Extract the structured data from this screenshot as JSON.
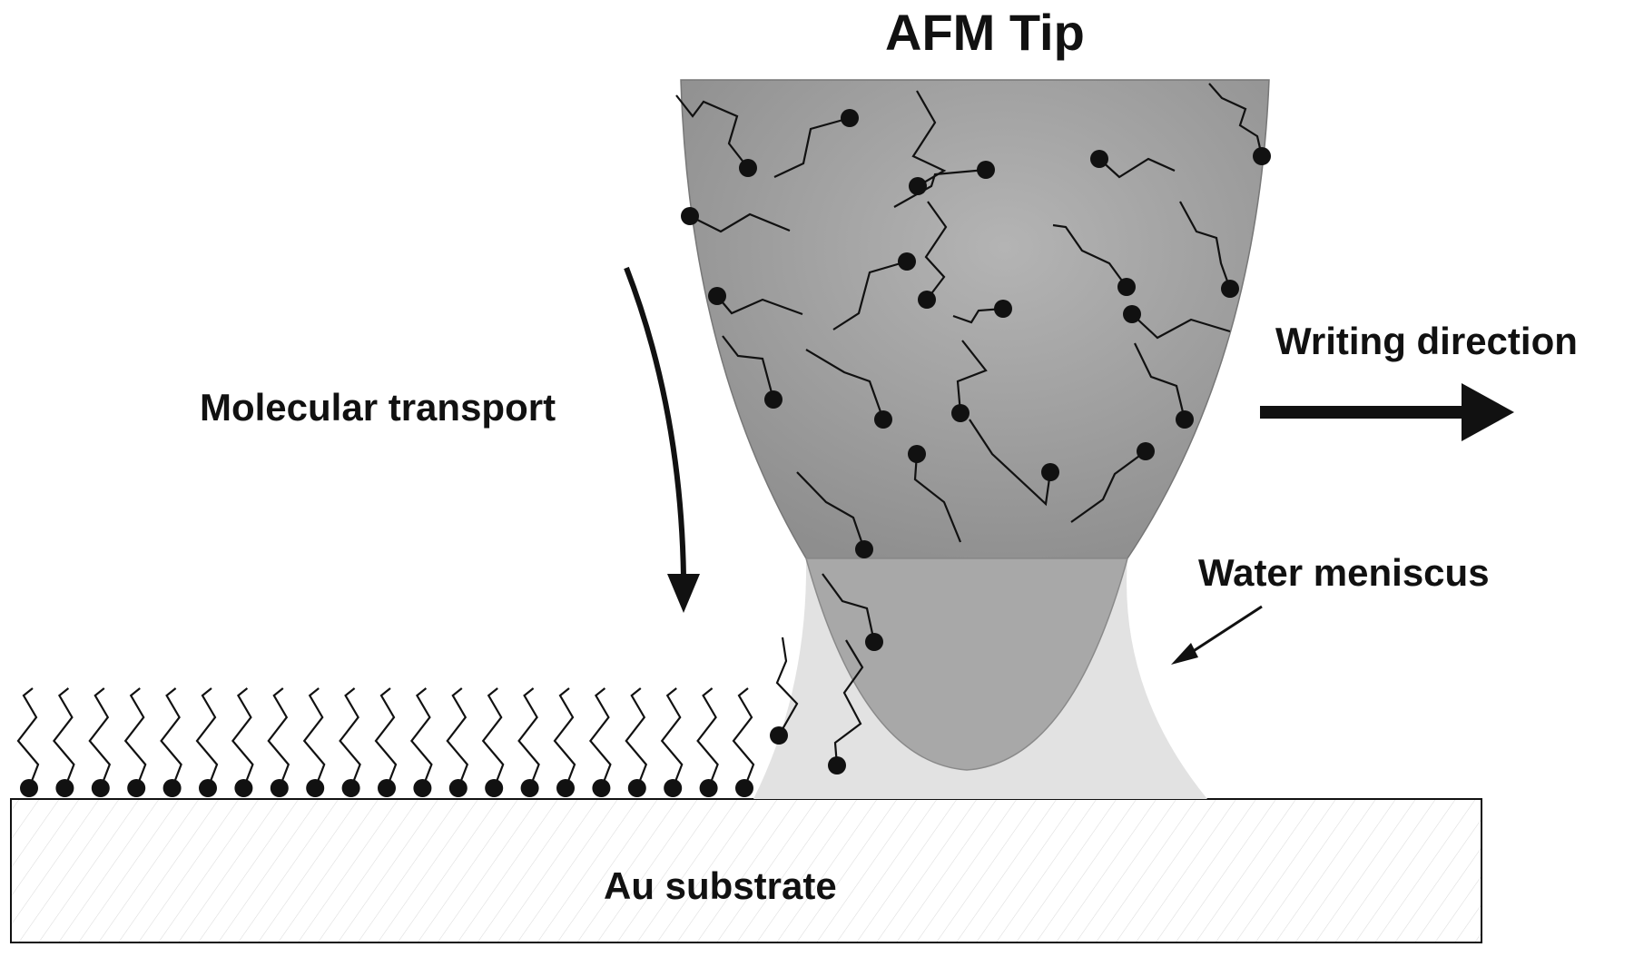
{
  "diagram": {
    "title": "AFM Tip",
    "labels": {
      "molecular_transport": "Molecular transport",
      "writing_direction": "Writing direction",
      "water_meniscus": "Water meniscus",
      "substrate": "Au substrate"
    },
    "colors": {
      "tip_fill": "#9a9a9a",
      "meniscus_fill": "#e2e2e2",
      "ink": "#111111",
      "substrate_fill": "#ffffff"
    }
  }
}
